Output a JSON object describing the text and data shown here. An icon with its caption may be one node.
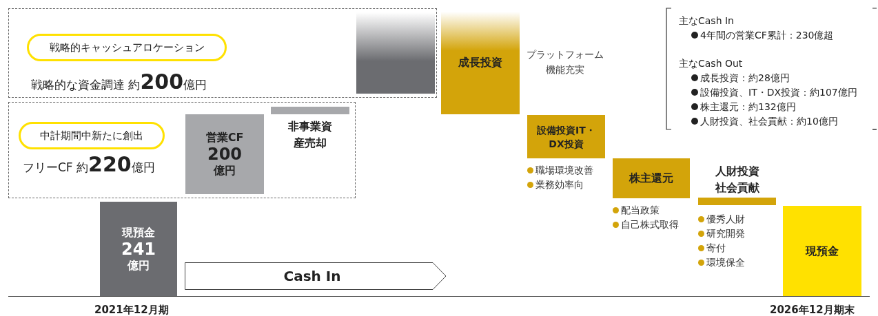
{
  "diagram": {
    "nodes": [
      {
        "text": [
          "戦略的な資金調達 約**200**億円"
        ]
      },
      {
        "text": [
          "戦略的キャッシュアロケーション"
        ],
        "in": 0
      },
      {
        "text": [],
        "shape": "bar",
        "in": 0
      },
      {
        "text": [
          "フリーCF 約**220**億円"
        ]
      },
      {
        "text": [
          "中計期間中新たに創出"
        ],
        "in": 3
      },
      {
        "text": [
          "営業CF",
          "200",
          "億円"
        ],
        "in": 3
      },
      {
        "text": [
          "非事業資産売却"
        ],
        "in": 3
      },
      {
        "text": [
          "現預金",
          "241",
          "億円"
        ]
      },
      {
        "text": [
          "Cash In"
        ]
      },
      {
        "text": [
          "成長投資"
        ],
        "beside": [
          "プラットフォーム機能充実"
        ]
      },
      {
        "text": [
          "設備投資IT・DX投資"
        ],
        "beside": [
          "職場環境改善",
          "業務効率向"
        ]
      },
      {
        "text": [
          "株主還元"
        ],
        "beside": [
          "配当政策",
          "自己株式取得"
        ]
      },
      {
        "text": [
          "人財投資社会貢献"
        ],
        "beside": [
          "優秀人財",
          "研究開発",
          "寄付",
          "環境保全"
        ]
      },
      {
        "text": [
          "現預金"
        ]
      }
    ],
    "labels": [
      "主なCash In",
      "4年間の営業CF累計：230億超",
      "主なCash Out",
      "成長投資：約28億円",
      "設備投資、IT・DX投資：約107億円",
      "株主還元：約132億円",
      "人財投資、社会貢献：約10億円",
      "2021年12月期",
      "2026年12月期末"
    ]
  }
}
